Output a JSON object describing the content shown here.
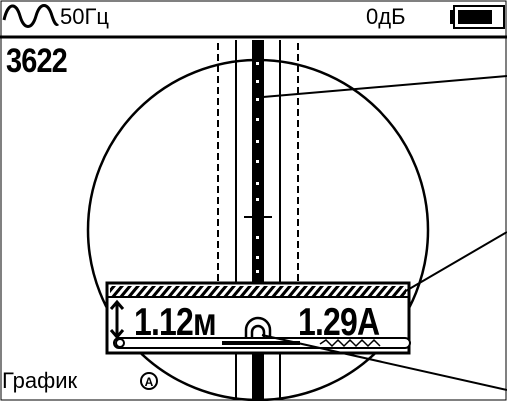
{
  "status_bar": {
    "frequency": "50Гц",
    "gain": "0дБ",
    "battery_level": 0.8,
    "wave_icon": "sine-wave-icon",
    "battery_icon": "battery-icon"
  },
  "readout": {
    "signal_level": "3622",
    "depth": "1.12м",
    "current": "1.29А"
  },
  "footer": {
    "mode_label": "График",
    "mode_key": "A"
  },
  "icons": {
    "depth_arrow": "double-arrow-vertical-icon",
    "probe": "probe-icon"
  },
  "colors": {
    "foreground": "#000000",
    "background": "#ffffff"
  }
}
